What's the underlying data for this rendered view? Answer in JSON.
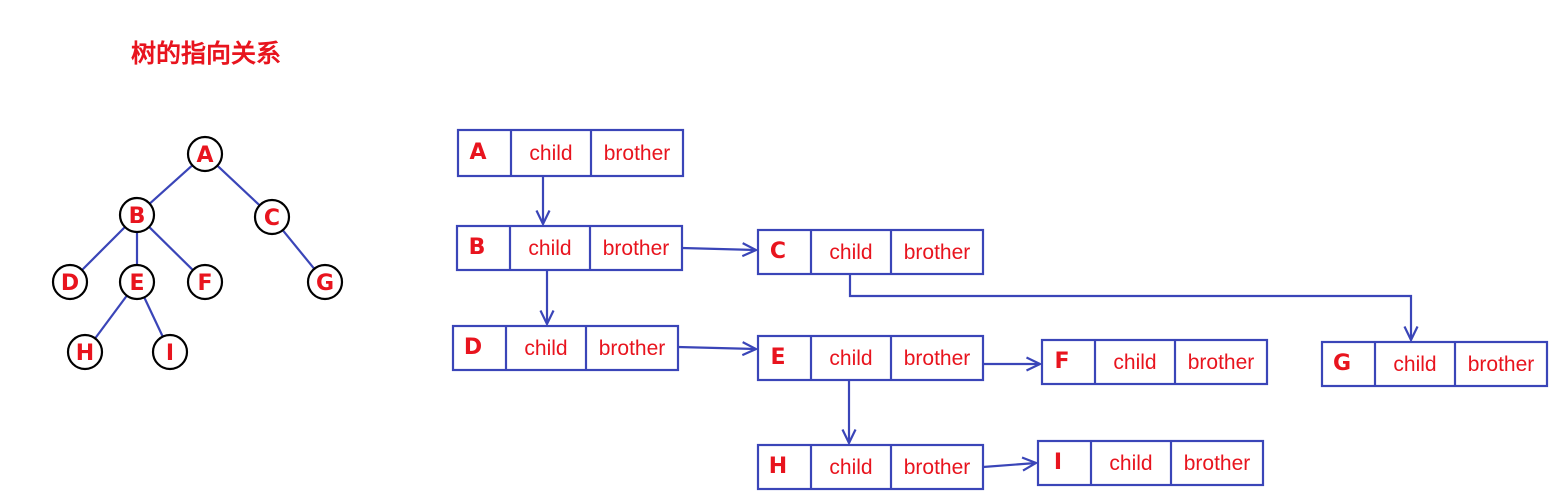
{
  "title": "树的指向关系",
  "colors": {
    "label": "#e8141e",
    "line": "#3a45b8",
    "node_stroke": "#000000",
    "background": "#ffffff"
  },
  "tree": {
    "nodes": [
      "A",
      "B",
      "C",
      "D",
      "E",
      "F",
      "G",
      "H",
      "I"
    ],
    "edges": [
      [
        "A",
        "B"
      ],
      [
        "A",
        "C"
      ],
      [
        "B",
        "D"
      ],
      [
        "B",
        "E"
      ],
      [
        "B",
        "F"
      ],
      [
        "C",
        "G"
      ],
      [
        "E",
        "H"
      ],
      [
        "E",
        "I"
      ]
    ]
  },
  "records": [
    {
      "node": "A",
      "child_label": "child",
      "brother_label": "brother"
    },
    {
      "node": "B",
      "child_label": "child",
      "brother_label": "brother"
    },
    {
      "node": "C",
      "child_label": "child",
      "brother_label": "brother"
    },
    {
      "node": "D",
      "child_label": "child",
      "brother_label": "brother"
    },
    {
      "node": "E",
      "child_label": "child",
      "brother_label": "brother"
    },
    {
      "node": "F",
      "child_label": "child",
      "brother_label": "brother"
    },
    {
      "node": "G",
      "child_label": "child",
      "brother_label": "brother"
    },
    {
      "node": "H",
      "child_label": "child",
      "brother_label": "brother"
    },
    {
      "node": "I",
      "child_label": "child",
      "brother_label": "brother"
    }
  ],
  "links": [
    {
      "from": "A",
      "via": "child",
      "to": "B"
    },
    {
      "from": "B",
      "via": "child",
      "to": "D"
    },
    {
      "from": "B",
      "via": "brother",
      "to": "C"
    },
    {
      "from": "C",
      "via": "child",
      "to": "G"
    },
    {
      "from": "D",
      "via": "brother",
      "to": "E"
    },
    {
      "from": "E",
      "via": "brother",
      "to": "F"
    },
    {
      "from": "E",
      "via": "child",
      "to": "H"
    },
    {
      "from": "H",
      "via": "brother",
      "to": "I"
    }
  ]
}
